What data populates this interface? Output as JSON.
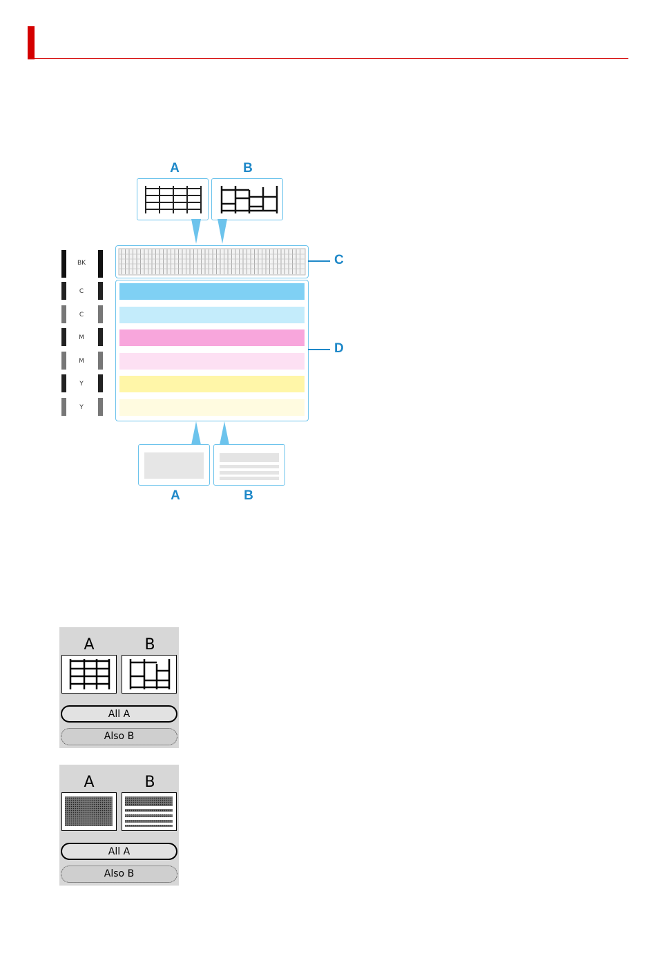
{
  "figure": {
    "top_callouts": [
      {
        "label": "A"
      },
      {
        "label": "B"
      }
    ],
    "bottom_callouts": [
      {
        "label": "A"
      },
      {
        "label": "B"
      }
    ],
    "region_labels": {
      "grid": "C",
      "bands": "D"
    },
    "bk_label": "BK",
    "bands": [
      {
        "label": "C",
        "color": "#7fd0f4"
      },
      {
        "label": "C",
        "color": "#c4ecfb"
      },
      {
        "label": "M",
        "color": "#f8a6dc"
      },
      {
        "label": "M",
        "color": "#fde0f3"
      },
      {
        "label": "Y",
        "color": "#fff6a8"
      },
      {
        "label": "Y",
        "color": "#fffbe0"
      }
    ],
    "accent_color": "#1e88c8",
    "callout_border_color": "#6cc3ec"
  },
  "lcd_screens": [
    {
      "name": "grid-pattern-check",
      "letter_a": "A",
      "letter_b": "B",
      "buttons": [
        {
          "label": "All A",
          "style": "selected"
        },
        {
          "label": "Also B",
          "style": "unselected"
        }
      ]
    },
    {
      "name": "color-pattern-check",
      "letter_a": "A",
      "letter_b": "B",
      "buttons": [
        {
          "label": "All A",
          "style": "selected"
        },
        {
          "label": "Also B",
          "style": "unselected"
        }
      ]
    }
  ],
  "header": {
    "accent_color": "#d40000"
  }
}
